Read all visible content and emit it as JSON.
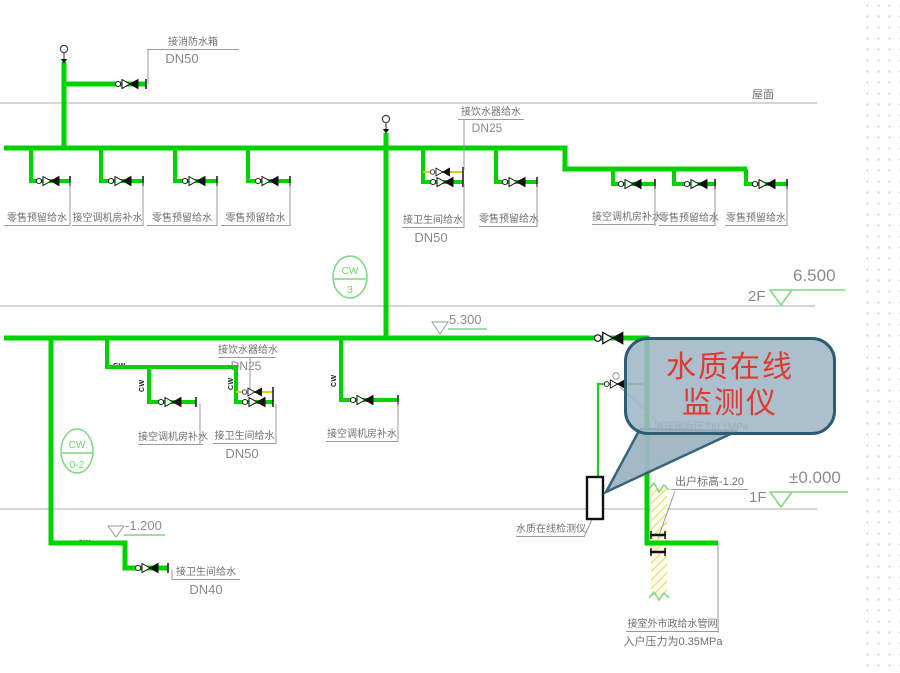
{
  "colors": {
    "pipe_green": "#00d300",
    "dn25_yellow": "#d8d000",
    "callout_fill": "#a0b6c4",
    "callout_border": "#2e5d73",
    "callout_text": "#df3a32",
    "label_gray": "#707070",
    "floor_line_gray": "#bcbcbc",
    "sleeve_yellow": "#e8e06a"
  },
  "callout": {
    "line1": "水质在线",
    "line2": "监测仪"
  },
  "floors": {
    "roof": "屋面",
    "f2": "2F",
    "f2_elev": "6.500",
    "f1": "1F",
    "f1_elev": "±0.000",
    "mid_elev": "5.300",
    "low_elev": "-1.200"
  },
  "risers": {
    "cw3_top": "CW",
    "cw3_bottom": "3",
    "cw02_top": "CW",
    "cw02_bottom": "0-2"
  },
  "pipe_tag": "CW",
  "top": {
    "tank": "接消防水箱",
    "tank_dn": "DN50",
    "b1": "零售预留给水",
    "b2": "接空调机房补水",
    "b3": "零售预留给水",
    "b4": "零售预留给水",
    "b5_top": "接饮水器给水",
    "b5_top_dn": "DN25",
    "b5": "接卫生间给水",
    "b5_dn": "DN50",
    "b6": "零售预留给水",
    "b7": "接空调机房补水",
    "b8": "零售预留给水",
    "b9": "零售预留给水"
  },
  "level2": {
    "b1": "接空调机房补水",
    "b2_top": "接饮水器给水",
    "b2_top_dn": "DN25",
    "b2": "接卫生间给水",
    "b2_dn": "DN50",
    "b3": "接空调机房补水",
    "prv": "减压阀后压力0.1MPa",
    "monitor": "水质在线检测仪",
    "exit_elev": "出户标高-1.20"
  },
  "basement": {
    "b1": "接卫生间给水",
    "b1_dn": "DN40",
    "municipal_1": "接室外市政给水管网",
    "municipal_2": "入户压力为0.35MPa"
  }
}
